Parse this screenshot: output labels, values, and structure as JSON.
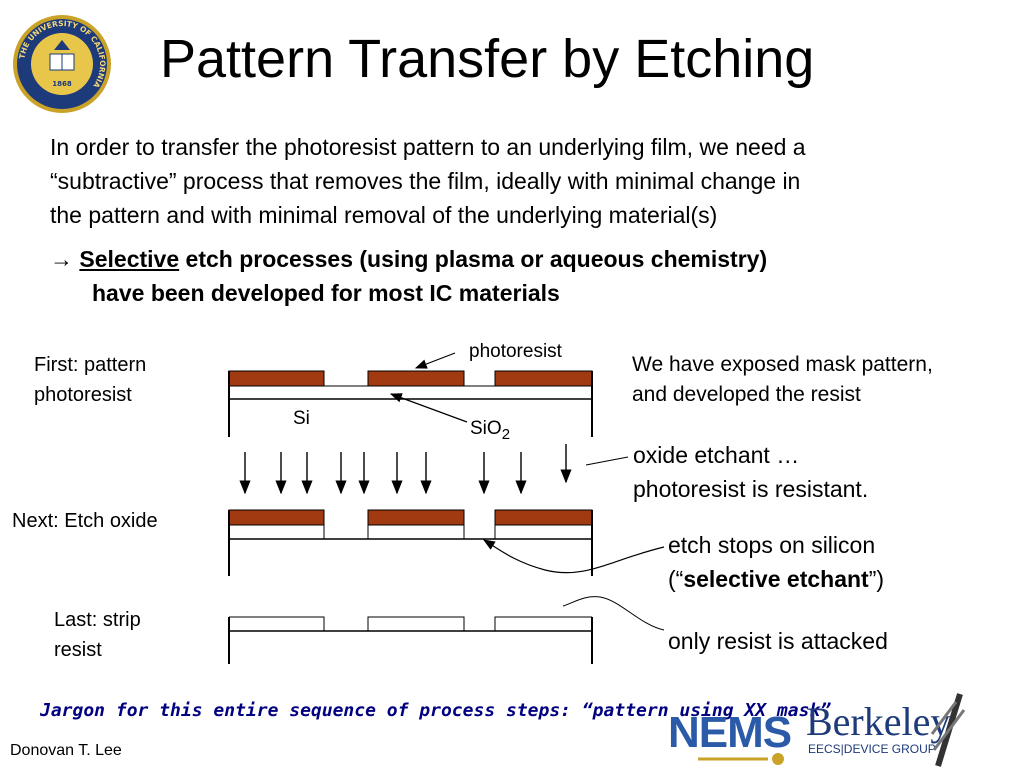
{
  "slide": {
    "title": "Pattern Transfer by Etching",
    "intro_lines": [
      "In order to transfer the photoresist pattern to an underlying film, we need a",
      "“subtractive” process that removes the film, ideally with minimal change in",
      "the pattern and with minimal removal of the underlying material(s)"
    ],
    "bullet": {
      "arrow": "→",
      "selective": "Selective",
      "rest_line1": " etch processes (using plasma or aqueous chemistry)",
      "line2": "have been developed for most IC materials"
    }
  },
  "diagram": {
    "photoresist_label": "photoresist",
    "si_label": "Si",
    "sio2_label": "SiO",
    "sio2_sub": "2",
    "colors": {
      "resist": "#a13a10",
      "outline": "#000000"
    },
    "steps": [
      {
        "label": [
          "First: pattern",
          "photoresist"
        ]
      },
      {
        "label": [
          "Next: Etch oxide"
        ]
      },
      {
        "label": [
          "Last: strip",
          "resist"
        ]
      }
    ],
    "notes": {
      "exposed": [
        "We have exposed mask pattern,",
        "and developed the resist"
      ],
      "etchant": [
        "oxide etchant …",
        "photoresist is resistant."
      ],
      "stops_line1": "etch stops on silicon",
      "stops_open": "(“",
      "stops_bold": "selective etchant",
      "stops_close": "”)",
      "attacked": "only resist is attacked"
    }
  },
  "footer": {
    "jargon": "Jargon for this entire sequence of process steps:  “pattern using XX mask”",
    "author": "Donovan T. Lee",
    "logo": {
      "nems": "NEMS",
      "berkeley": "Berkeley",
      "group": "EECS|DEVICE GROUP"
    },
    "seal_text": "THE UNIVERSITY OF CALIFORNIA",
    "seal_year": "1868"
  }
}
